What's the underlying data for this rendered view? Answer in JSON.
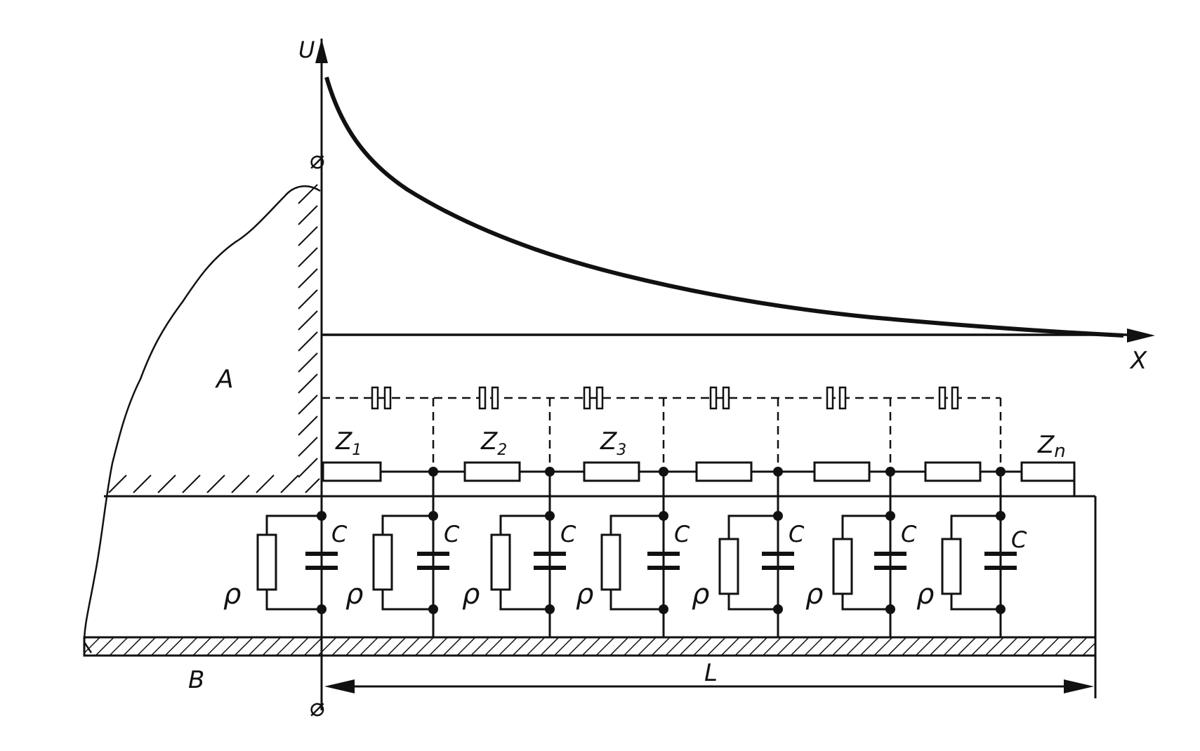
{
  "axes": {
    "y_label": "U",
    "x_label": "X"
  },
  "regions": {
    "a_label": "A",
    "b_label": "B"
  },
  "series_impedances": [
    "Z1",
    "Z2",
    "Z3",
    "",
    "",
    "",
    "Zn"
  ],
  "series_impedance_labels": [
    {
      "letter": "Z",
      "sub": "1"
    },
    {
      "letter": "Z",
      "sub": "2"
    },
    {
      "letter": "Z",
      "sub": "3"
    },
    {
      "letter": "Z",
      "sub": "n"
    }
  ],
  "shunt_capacitance_label": "C",
  "shunt_resistance_label": "ρ",
  "section_count": 7,
  "dimension_label": "L",
  "terminal_symbol": "⌀",
  "colors": {
    "ink": "#111111",
    "background": "#ffffff"
  }
}
